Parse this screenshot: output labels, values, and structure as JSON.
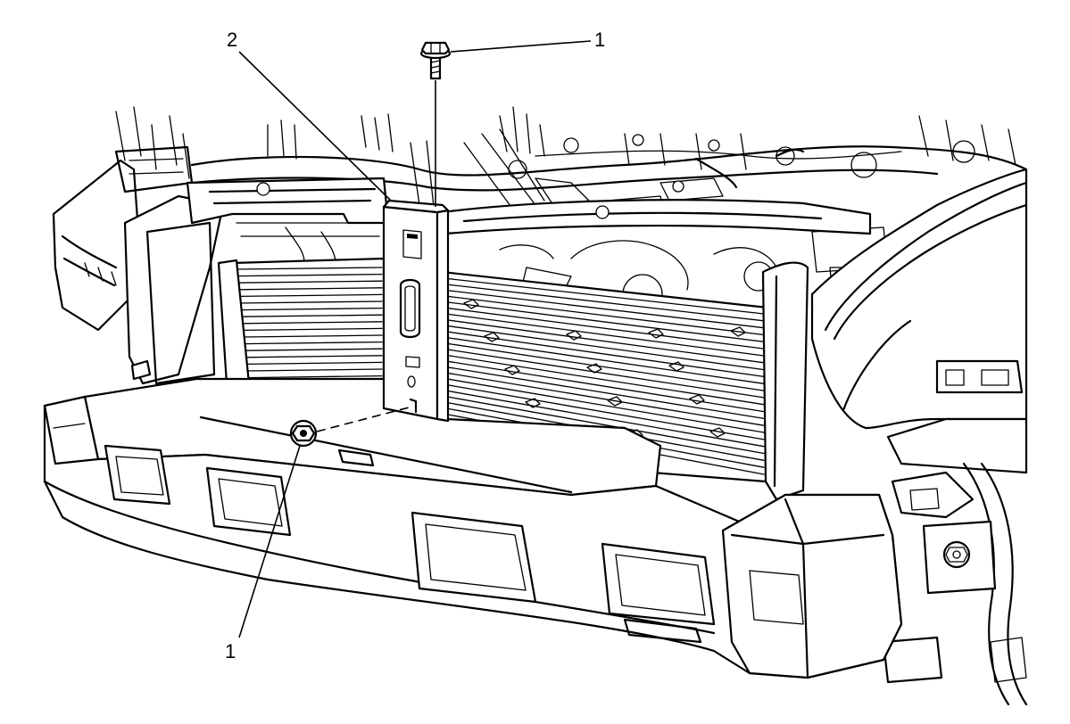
{
  "callouts": {
    "bolt_top": "1",
    "bracket": "2",
    "bolt_bottom": "1"
  },
  "colors": {
    "line": "#000000",
    "background": "#ffffff"
  }
}
